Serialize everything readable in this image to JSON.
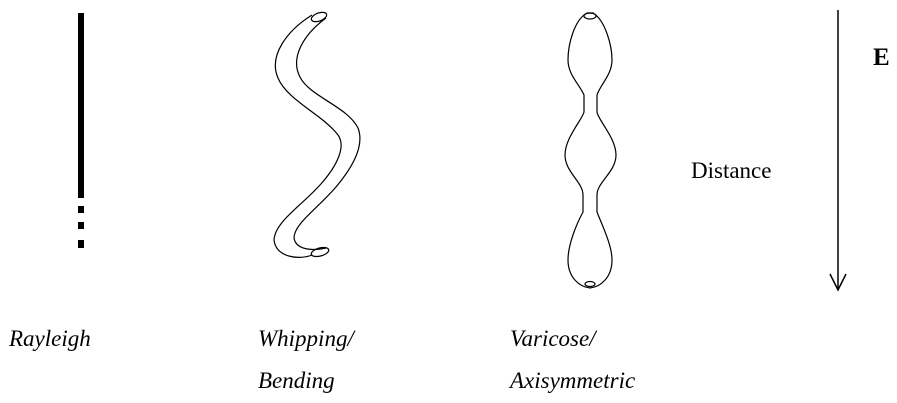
{
  "modes": {
    "rayleigh": {
      "label": "Rayleigh"
    },
    "whipping": {
      "label_line1": "Whipping/",
      "label_line2": "Bending"
    },
    "varicose": {
      "label_line1": "Varicose/",
      "label_line2": "Axisymmetric"
    }
  },
  "axis": {
    "label": "Distance",
    "field_label": "E"
  },
  "colors": {
    "ink": "#000000",
    "background": "#ffffff"
  }
}
